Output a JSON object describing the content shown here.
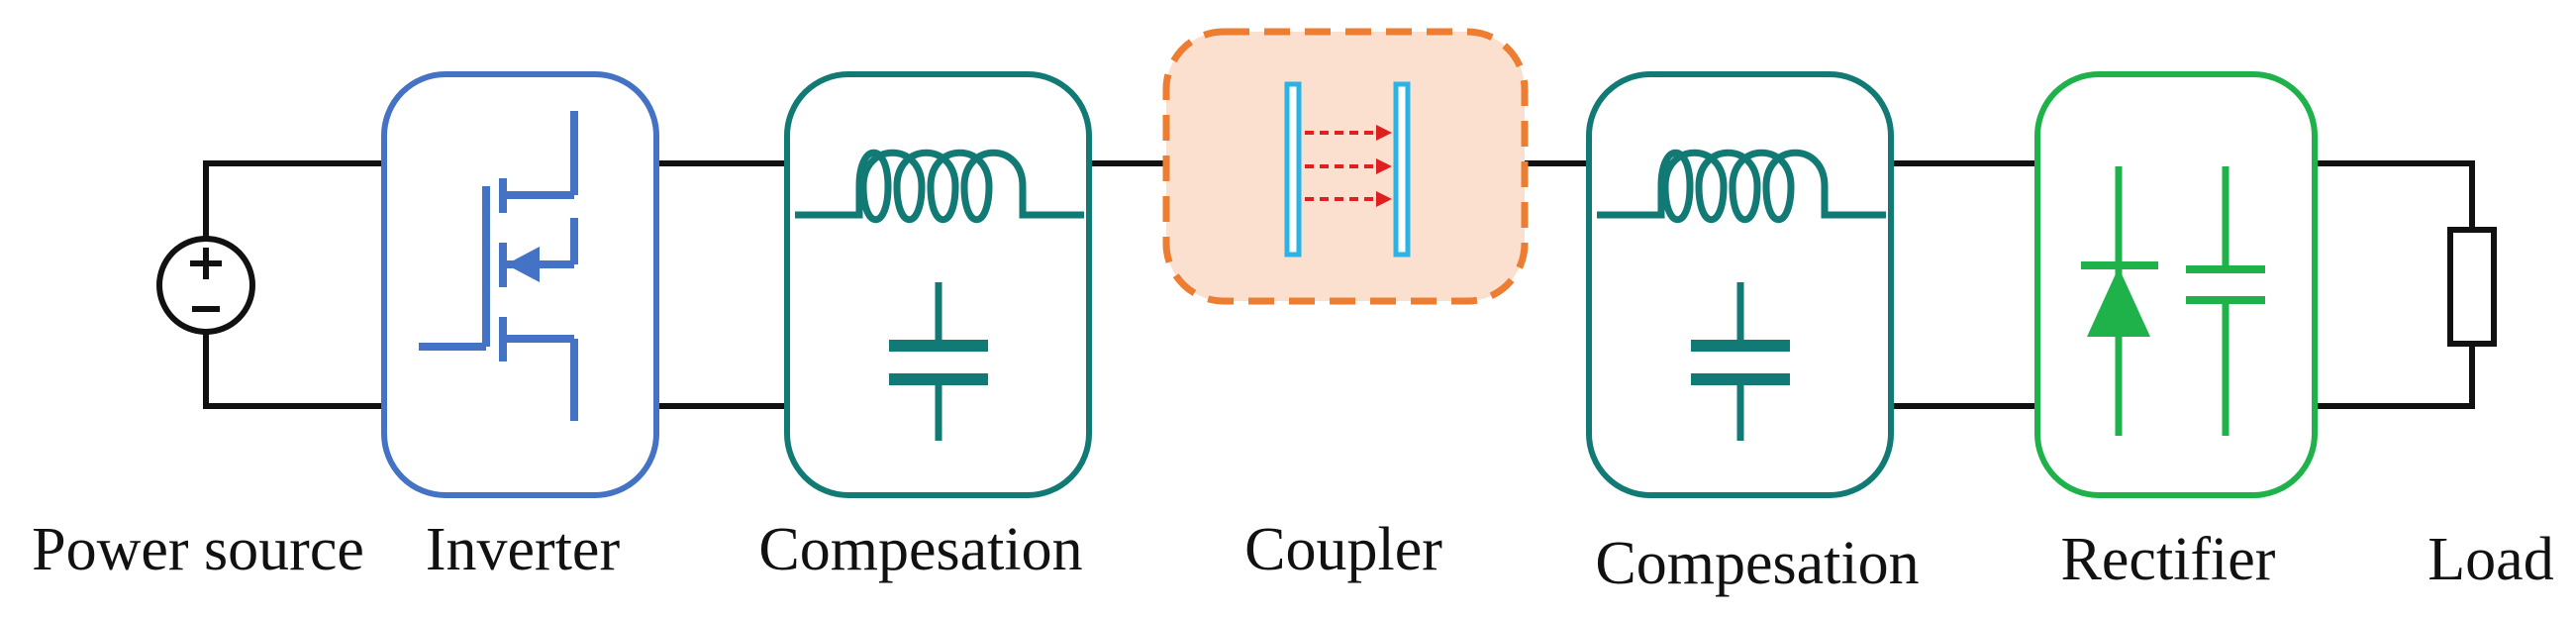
{
  "labels": {
    "power_source": "Power source",
    "inverter": "Inverter",
    "compensation_primary": "Compesation",
    "coupler": "Coupler",
    "compensation_secondary": "Compesation",
    "rectifier": "Rectifier",
    "load": "Load"
  },
  "colors": {
    "wire": "#111111",
    "inverter": "#4472c4",
    "compensation": "#117a75",
    "coupler_border": "#ed7d31",
    "coupler_fill": "#fbe0cf",
    "coupler_plate": "#2bb3e6",
    "coupler_field": "#e02020",
    "rectifier": "#1fb24a"
  },
  "icons": {
    "source": "dc-voltage-source-icon",
    "inverter": "mosfet-icon",
    "compensation": "inductor-capacitor-icon",
    "coupler": "capacitive-plates-icon",
    "rectifier": "diode-capacitor-icon",
    "load": "resistor-icon"
  }
}
